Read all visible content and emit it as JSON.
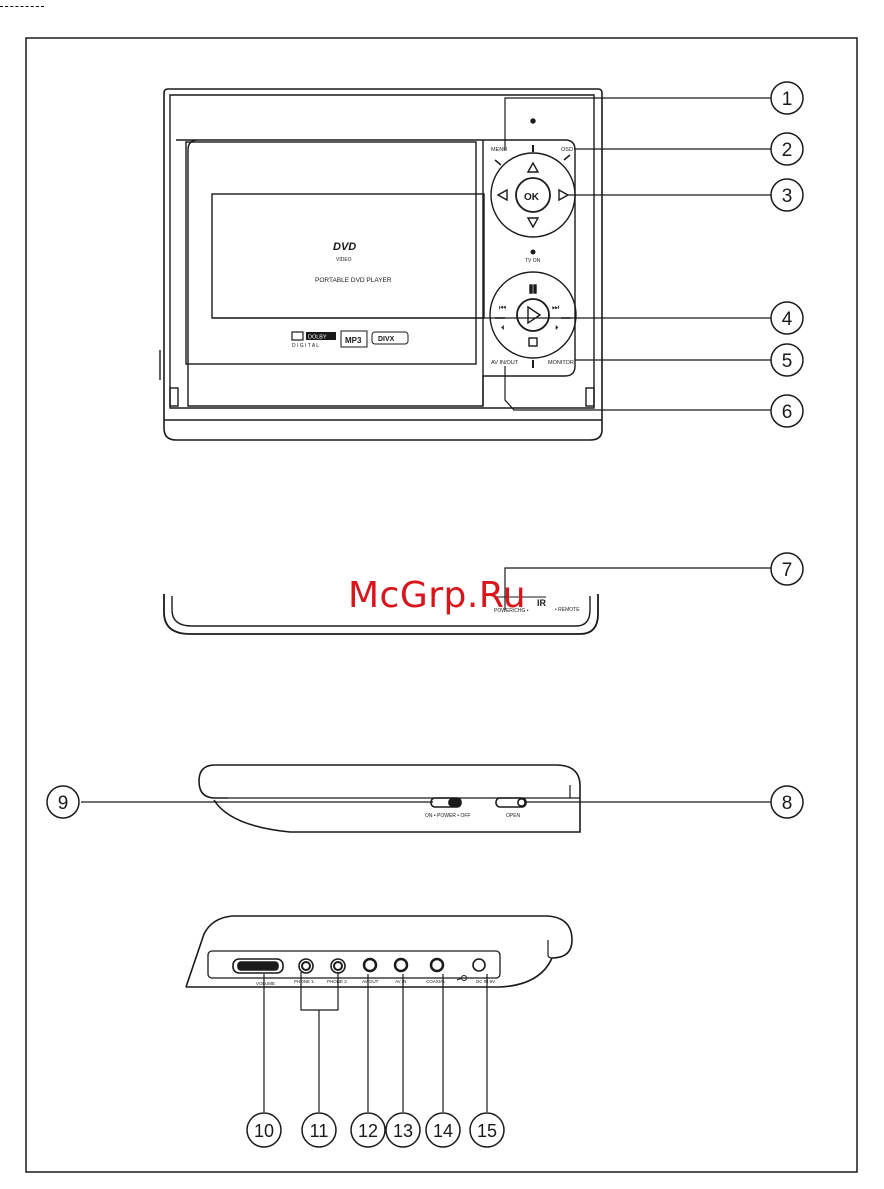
{
  "device_labels": {
    "brand": "DVD",
    "brand_sub": "VIDEO",
    "model": "PORTABLE DVD PLAYER",
    "dolby_top": "DOLBY",
    "dolby_bottom": "D I G I T A L",
    "divx": "DIVX",
    "mp3": "MP3",
    "ok": "OK",
    "menu": "MENU",
    "osd": "OSD",
    "tv_on": "TV ON",
    "av_in_out": "AV IN/OUT",
    "monitor": "MONITOR",
    "power_chg": "POWER/CHG •",
    "ir": "IR",
    "remote": "• REMOTE",
    "power_switch": "ON • POWER • OFF",
    "open": "OPEN",
    "volume": "VOLUME",
    "phone1": "PHONE 1",
    "phone2": "PHONE 2",
    "av_out": "AV OUT",
    "av_in": "AV IN",
    "coaxial": "COAXIAL",
    "dc_in": "DC IN 9V"
  },
  "callouts": [
    "1",
    "2",
    "3",
    "4",
    "5",
    "6",
    "7",
    "8",
    "9",
    "10",
    "11",
    "12",
    "13",
    "14",
    "15"
  ],
  "watermark": "McGrp.Ru",
  "colors": {
    "line": "#1a1a1a",
    "watermark": "#d9141b"
  }
}
